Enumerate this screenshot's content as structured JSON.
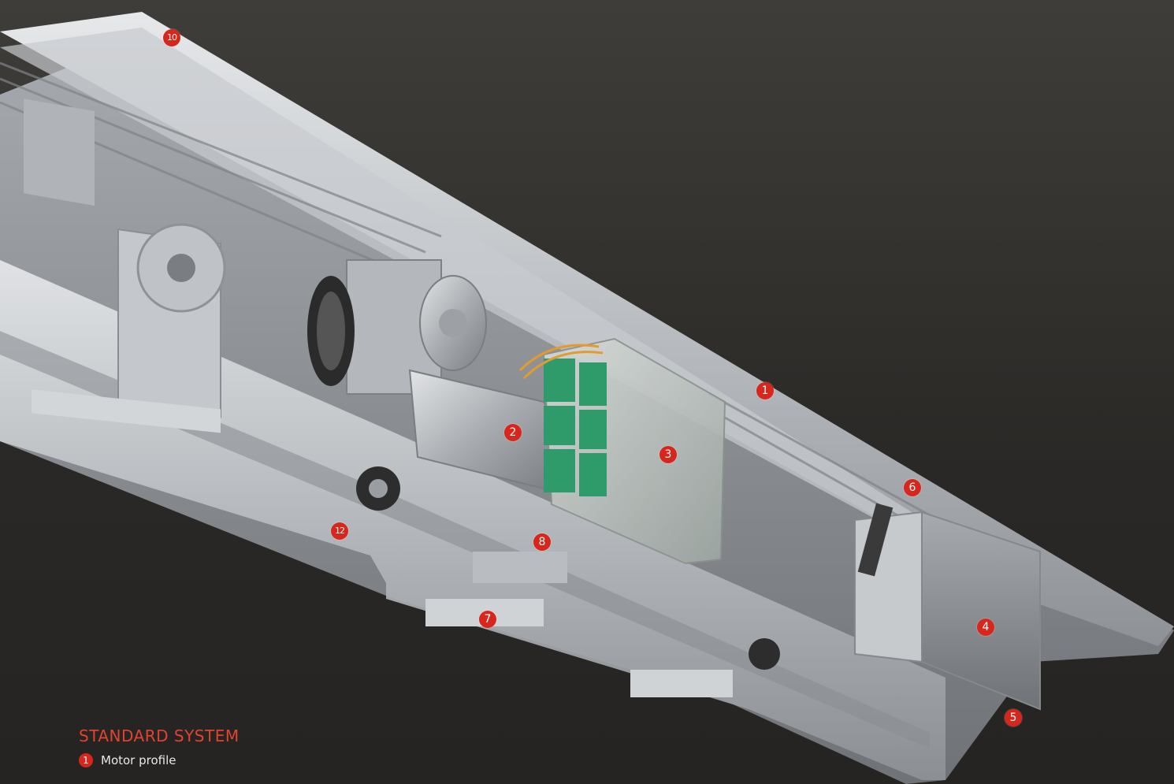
{
  "legend": {
    "title": "STANDARD SYSTEM",
    "items": [
      {
        "number": "1",
        "label": "Motor profile"
      }
    ]
  },
  "markers": {
    "m1": "1",
    "m2": "2",
    "m3": "3",
    "m4": "4",
    "m5": "5",
    "m6": "6",
    "m7": "7",
    "m8": "8",
    "m10": "10",
    "m12": "12"
  },
  "colors": {
    "accent": "#d9261c",
    "title": "#e0442f",
    "background_top": "#3f3d39",
    "background_bottom": "#262422"
  }
}
